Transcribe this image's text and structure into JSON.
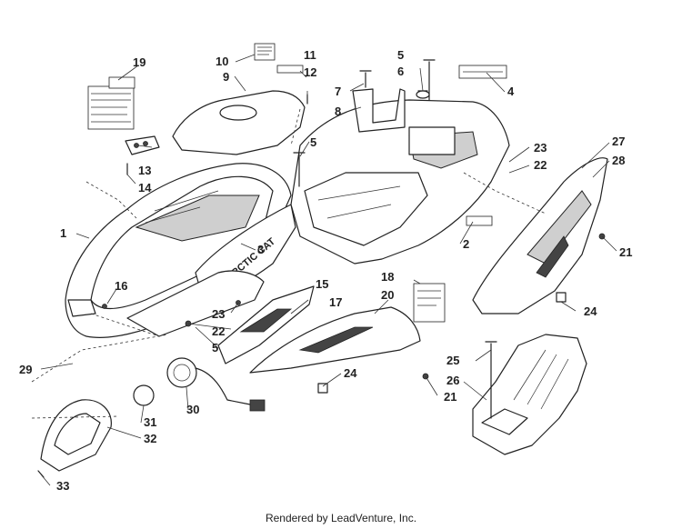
{
  "credit": "Rendered by LeadVenture, Inc.",
  "brand_marking": "ARCTIC CAT",
  "callouts": [
    {
      "id": "1",
      "text": "1"
    },
    {
      "id": "2",
      "text": "2"
    },
    {
      "id": "3",
      "text": "3"
    },
    {
      "id": "4",
      "text": "4"
    },
    {
      "id": "5a",
      "text": "5"
    },
    {
      "id": "5b",
      "text": "5"
    },
    {
      "id": "5c",
      "text": "5"
    },
    {
      "id": "6",
      "text": "6"
    },
    {
      "id": "7",
      "text": "7"
    },
    {
      "id": "8",
      "text": "8"
    },
    {
      "id": "9",
      "text": "9"
    },
    {
      "id": "10",
      "text": "10"
    },
    {
      "id": "11",
      "text": "11"
    },
    {
      "id": "12",
      "text": "12"
    },
    {
      "id": "13",
      "text": "13"
    },
    {
      "id": "14",
      "text": "14"
    },
    {
      "id": "15",
      "text": "15"
    },
    {
      "id": "16",
      "text": "16"
    },
    {
      "id": "17",
      "text": "17"
    },
    {
      "id": "18",
      "text": "18"
    },
    {
      "id": "19",
      "text": "19"
    },
    {
      "id": "20",
      "text": "20"
    },
    {
      "id": "21a",
      "text": "21"
    },
    {
      "id": "21b",
      "text": "21"
    },
    {
      "id": "22a",
      "text": "22"
    },
    {
      "id": "22b",
      "text": "22"
    },
    {
      "id": "23a",
      "text": "23"
    },
    {
      "id": "23b",
      "text": "23"
    },
    {
      "id": "24a",
      "text": "24"
    },
    {
      "id": "24b",
      "text": "24"
    },
    {
      "id": "25",
      "text": "25"
    },
    {
      "id": "26",
      "text": "26"
    },
    {
      "id": "27",
      "text": "27"
    },
    {
      "id": "28",
      "text": "28"
    },
    {
      "id": "29",
      "text": "29"
    },
    {
      "id": "30",
      "text": "30"
    },
    {
      "id": "31",
      "text": "31"
    },
    {
      "id": "32",
      "text": "32"
    },
    {
      "id": "33",
      "text": "33"
    }
  ]
}
